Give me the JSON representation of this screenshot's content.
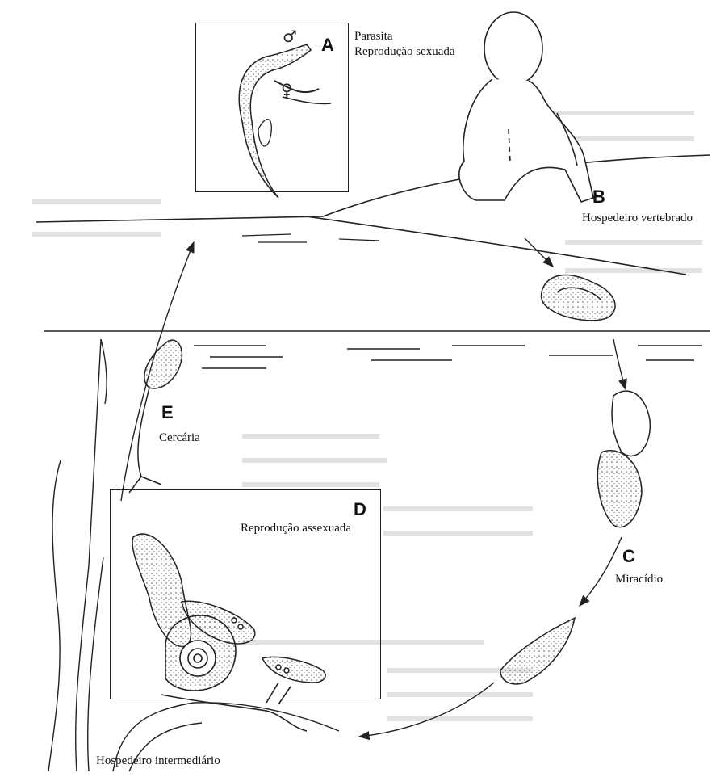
{
  "labels": {
    "A": {
      "letter": "A",
      "line1": "Parasita",
      "line2": "Reprodução sexuada"
    },
    "B": {
      "letter": "B",
      "text": "Hospedeiro vertebrado"
    },
    "C": {
      "letter": "C",
      "text": "Miracídio"
    },
    "D": {
      "letter": "D",
      "text": "Reprodução assexuada"
    },
    "E": {
      "letter": "E",
      "text": "Cercária"
    },
    "host_intermediate": "Hospedeiro intermediário"
  },
  "symbols": {
    "male": "♂",
    "female": "♀"
  },
  "colors": {
    "ink": "#222222",
    "faint": "#9a9a9a",
    "background": "#ffffff"
  }
}
